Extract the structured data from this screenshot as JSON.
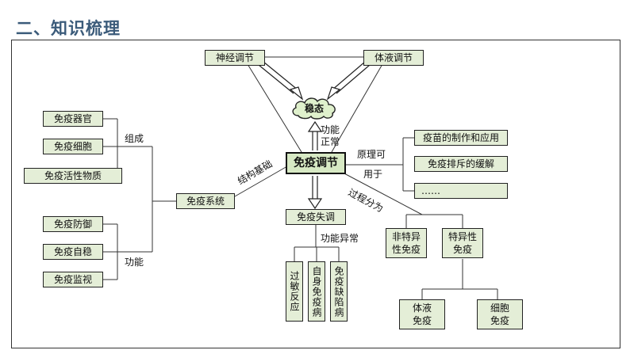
{
  "page_title": "二、知识梳理",
  "nodes": {
    "neural": "神经调节",
    "humoral": "体液调节",
    "homeostasis": "稳态",
    "immune_regulation": "免疫调节",
    "immune_system": "免疫系统",
    "organs": "免疫器官",
    "cells": "免疫细胞",
    "substances": "免疫活性物质",
    "defense": "免疫防御",
    "stability": "免疫自稳",
    "surveillance": "免疫监视",
    "dysfunction": "免疫失调",
    "allergy": "过敏反应",
    "autoimmune": "自身免疫病",
    "immunodeficiency": "免疫缺陷病",
    "vaccine": "疫苗的制作和应用",
    "rejection": "免疫排斥的缓解",
    "ellipsis": "……",
    "nonspecific": "非特异性免疫",
    "specific": "特异性免疫",
    "humoral_immunity": "体液免疫",
    "cellular_immunity": "细胞免疫"
  },
  "labels": {
    "composition": "组成",
    "function": "功能",
    "structural_basis": "结构基础",
    "function_normal": "功能正常",
    "principle_1": "原理可",
    "principle_2": "用于",
    "process_divided": "过程分为",
    "function_abnormal": "功能异常"
  }
}
